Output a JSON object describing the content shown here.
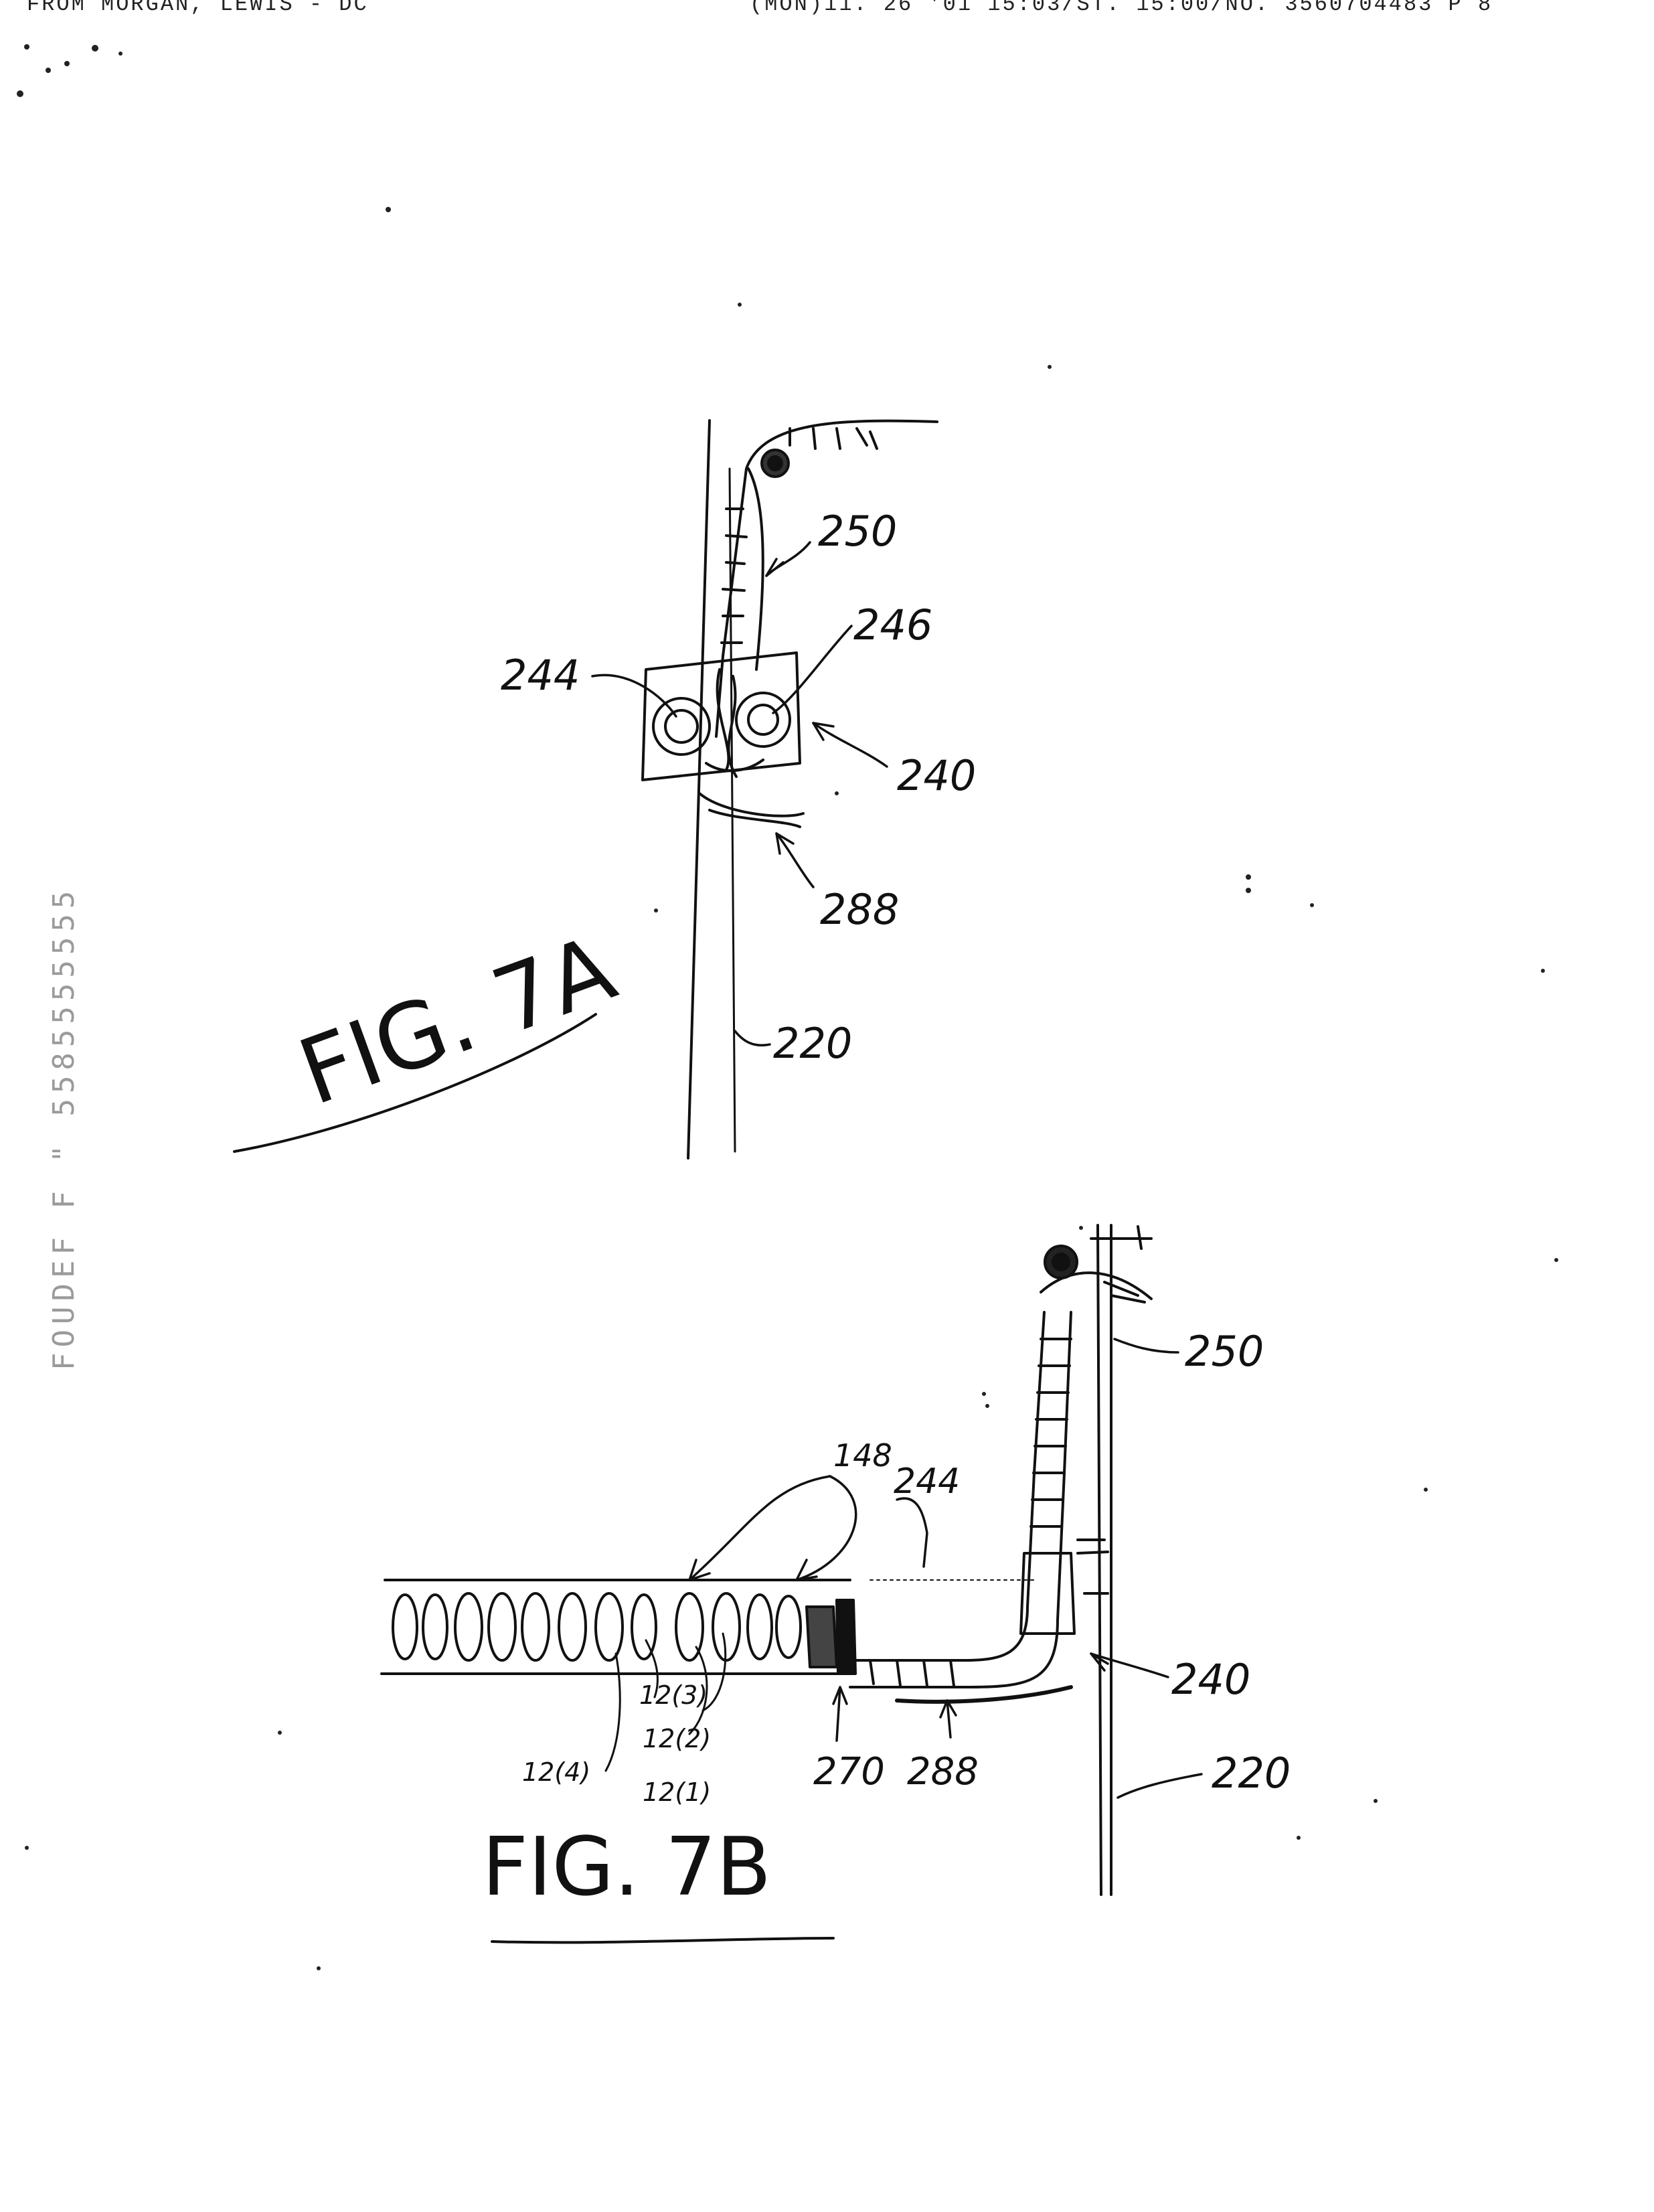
{
  "header": {
    "left": "FROM MORGAN,  LEWIS - DC",
    "right": "(MON)11. 26 '01 15:03/ST. 15:00/NO. 3560704483 P  8"
  },
  "side_stamp": "FOUDEF F \" 5585555555",
  "fig7a": {
    "caption": "FIG. 7A",
    "labels": {
      "l250": "250",
      "l246": "246",
      "l244": "244",
      "l240": "240",
      "l288": "288",
      "l220": "220"
    }
  },
  "fig7b": {
    "caption": "FIG. 7B",
    "labels": {
      "l250": "250",
      "l244": "244",
      "l148": "148",
      "l240": "240",
      "l220": "220",
      "l270": "270",
      "l288": "288",
      "l12_1": "12(1)",
      "l12_2": "12(2)",
      "l12_3": "12(3)",
      "l12_4": "12(4)"
    }
  }
}
